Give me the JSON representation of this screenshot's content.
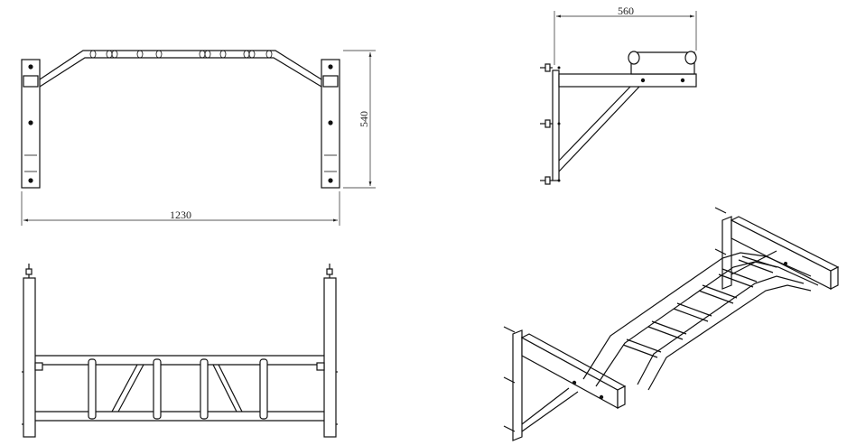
{
  "dimensions": {
    "width_label": "1230",
    "height_label": "540",
    "depth_label": "560"
  },
  "views": [
    "front-view",
    "side-view",
    "top-view",
    "isometric-view"
  ]
}
